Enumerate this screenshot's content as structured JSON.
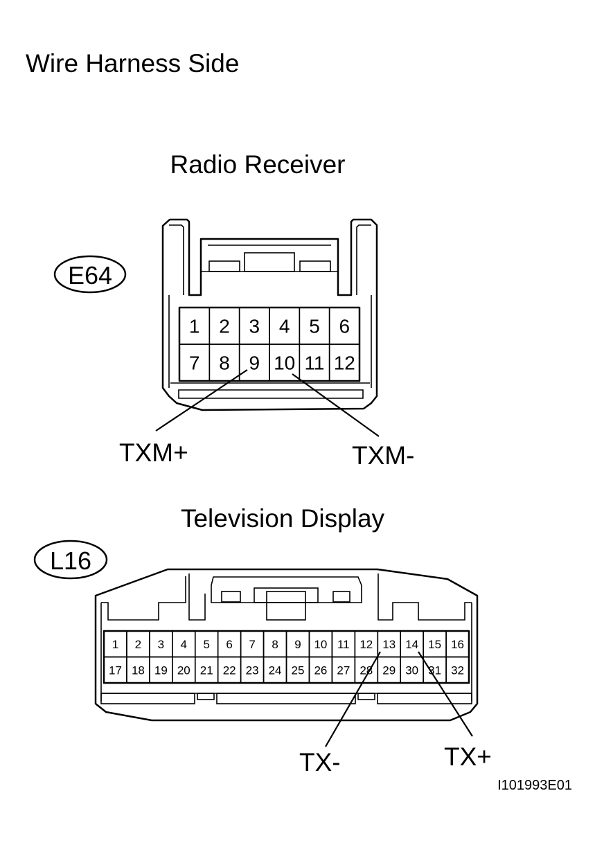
{
  "title": "Wire Harness Side",
  "figure_code": "I101993E01",
  "connectors": [
    {
      "name": "Radio Receiver",
      "code": "E64",
      "top_row": [
        "1",
        "2",
        "3",
        "4",
        "5",
        "6"
      ],
      "bottom_row": [
        "7",
        "8",
        "9",
        "10",
        "11",
        "12"
      ],
      "signals": [
        {
          "label": "TXM+",
          "pin": "9"
        },
        {
          "label": "TXM-",
          "pin": "10"
        }
      ]
    },
    {
      "name": "Television Display",
      "code": "L16",
      "top_row": [
        "1",
        "2",
        "3",
        "4",
        "5",
        "6",
        "7",
        "8",
        "9",
        "10",
        "11",
        "12",
        "13",
        "14",
        "15",
        "16"
      ],
      "bottom_row": [
        "17",
        "18",
        "19",
        "20",
        "21",
        "22",
        "23",
        "24",
        "25",
        "26",
        "27",
        "28",
        "29",
        "30",
        "31",
        "32"
      ],
      "signals": [
        {
          "label": "TX-",
          "pin": "13"
        },
        {
          "label": "TX+",
          "pin": "14"
        }
      ]
    }
  ]
}
